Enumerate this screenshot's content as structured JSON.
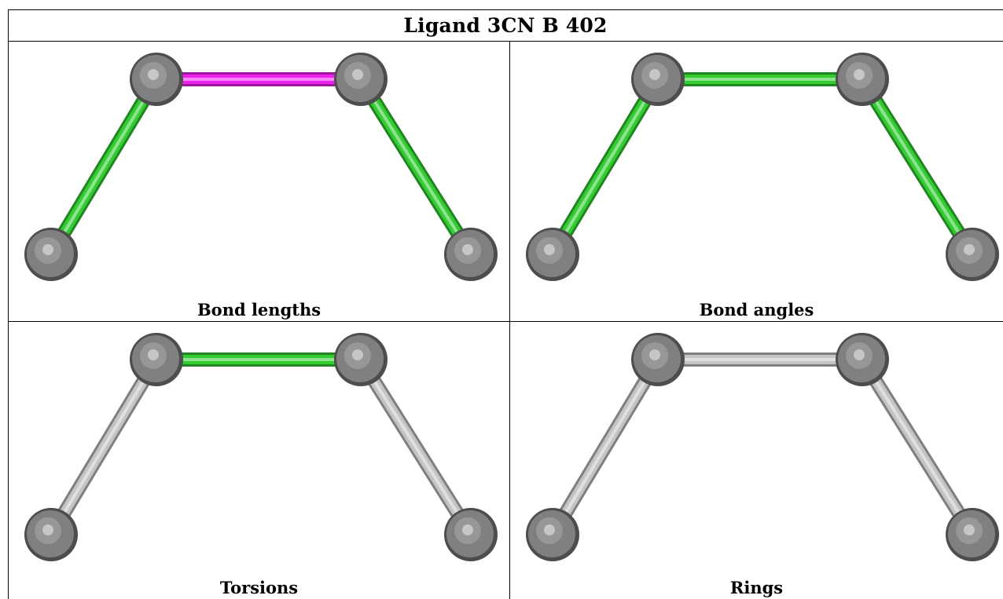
{
  "title": "Ligand 3CN B 402",
  "panels": [
    {
      "caption": "Bond lengths",
      "bond_colors": [
        "#33cc33",
        "#ee22ee",
        "#33cc33"
      ]
    },
    {
      "caption": "Bond angles",
      "bond_colors": [
        "#33cc33",
        "#33cc33",
        "#33cc33"
      ]
    },
    {
      "caption": "Torsions",
      "bond_colors": [
        "#c4c4c4",
        "#33cc33",
        "#c4c4c4"
      ]
    },
    {
      "caption": "Rings",
      "bond_colors": [
        "#c4c4c4",
        "#c4c4c4",
        "#c4c4c4"
      ]
    }
  ],
  "atom_color": "#808080"
}
